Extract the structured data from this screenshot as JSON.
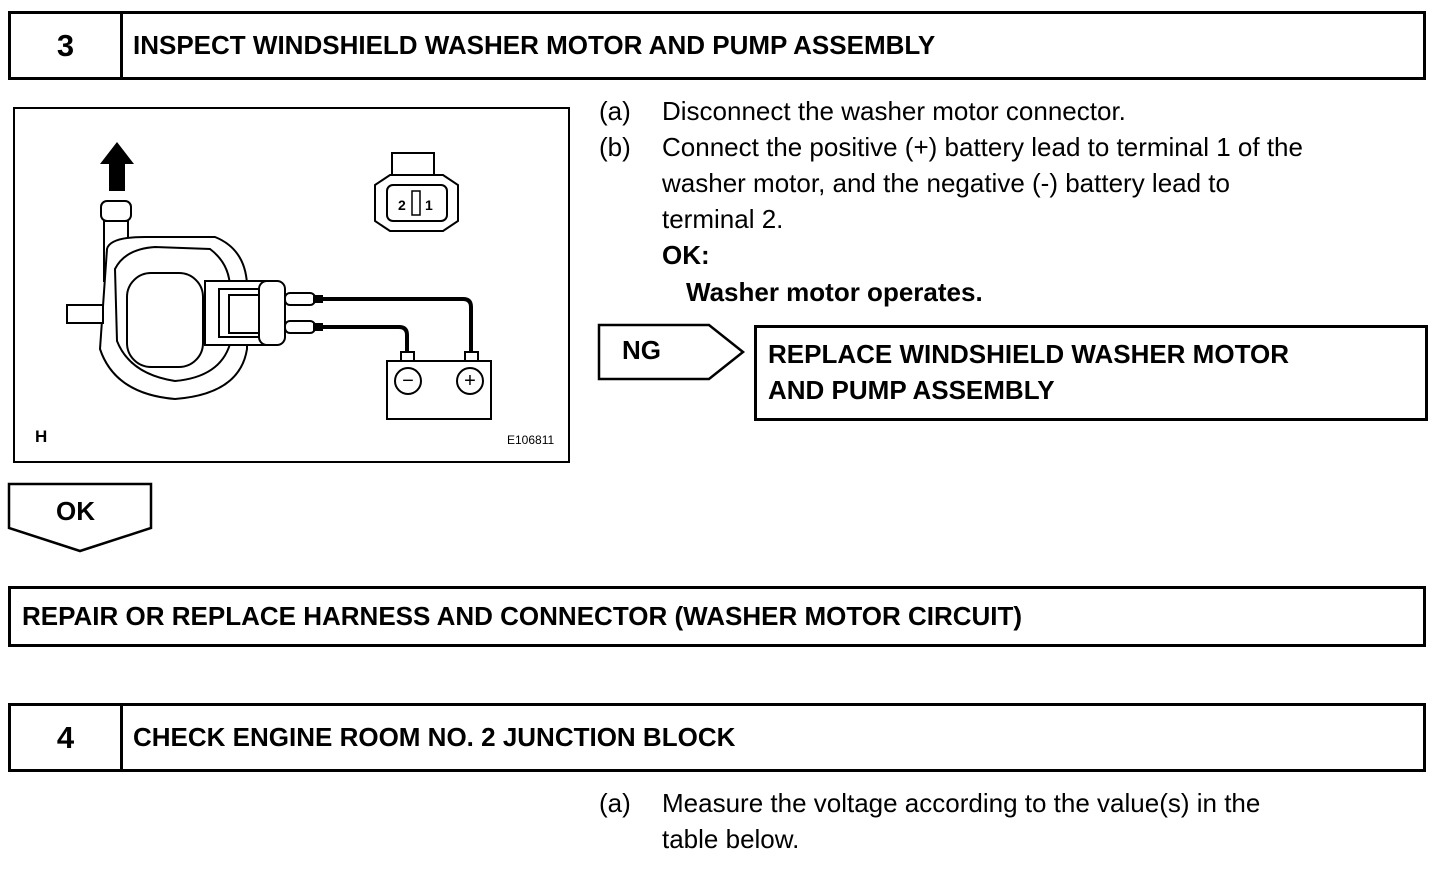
{
  "step3": {
    "number": "3",
    "title": "INSPECT WINDSHIELD WASHER MOTOR AND PUMP ASSEMBLY",
    "instructions": [
      {
        "label": "(a)",
        "lines": [
          "Disconnect the washer motor connector."
        ]
      },
      {
        "label": "(b)",
        "lines": [
          "Connect the positive (+) battery lead to terminal 1 of the",
          "washer motor, and the negative (-) battery lead to",
          "terminal 2."
        ]
      }
    ],
    "ok_label": "OK:",
    "ok_result": "Washer motor operates.",
    "figure": {
      "connector_pins": [
        "2",
        "1"
      ],
      "battery_minus": "−",
      "battery_plus": "+",
      "view_letter": "H",
      "illustration_code": "E106811"
    },
    "ng_label": "NG",
    "ng_action_lines": [
      "REPLACE WINDSHIELD WASHER MOTOR",
      "AND PUMP ASSEMBLY"
    ],
    "ok_arrow_label": "OK"
  },
  "repair_action": "REPAIR OR REPLACE HARNESS AND CONNECTOR (WASHER MOTOR CIRCUIT)",
  "step4": {
    "number": "4",
    "title": "CHECK ENGINE ROOM NO. 2 JUNCTION BLOCK",
    "instructions": [
      {
        "label": "(a)",
        "lines": [
          "Measure the voltage according to the value(s) in the",
          "table below."
        ]
      }
    ]
  }
}
